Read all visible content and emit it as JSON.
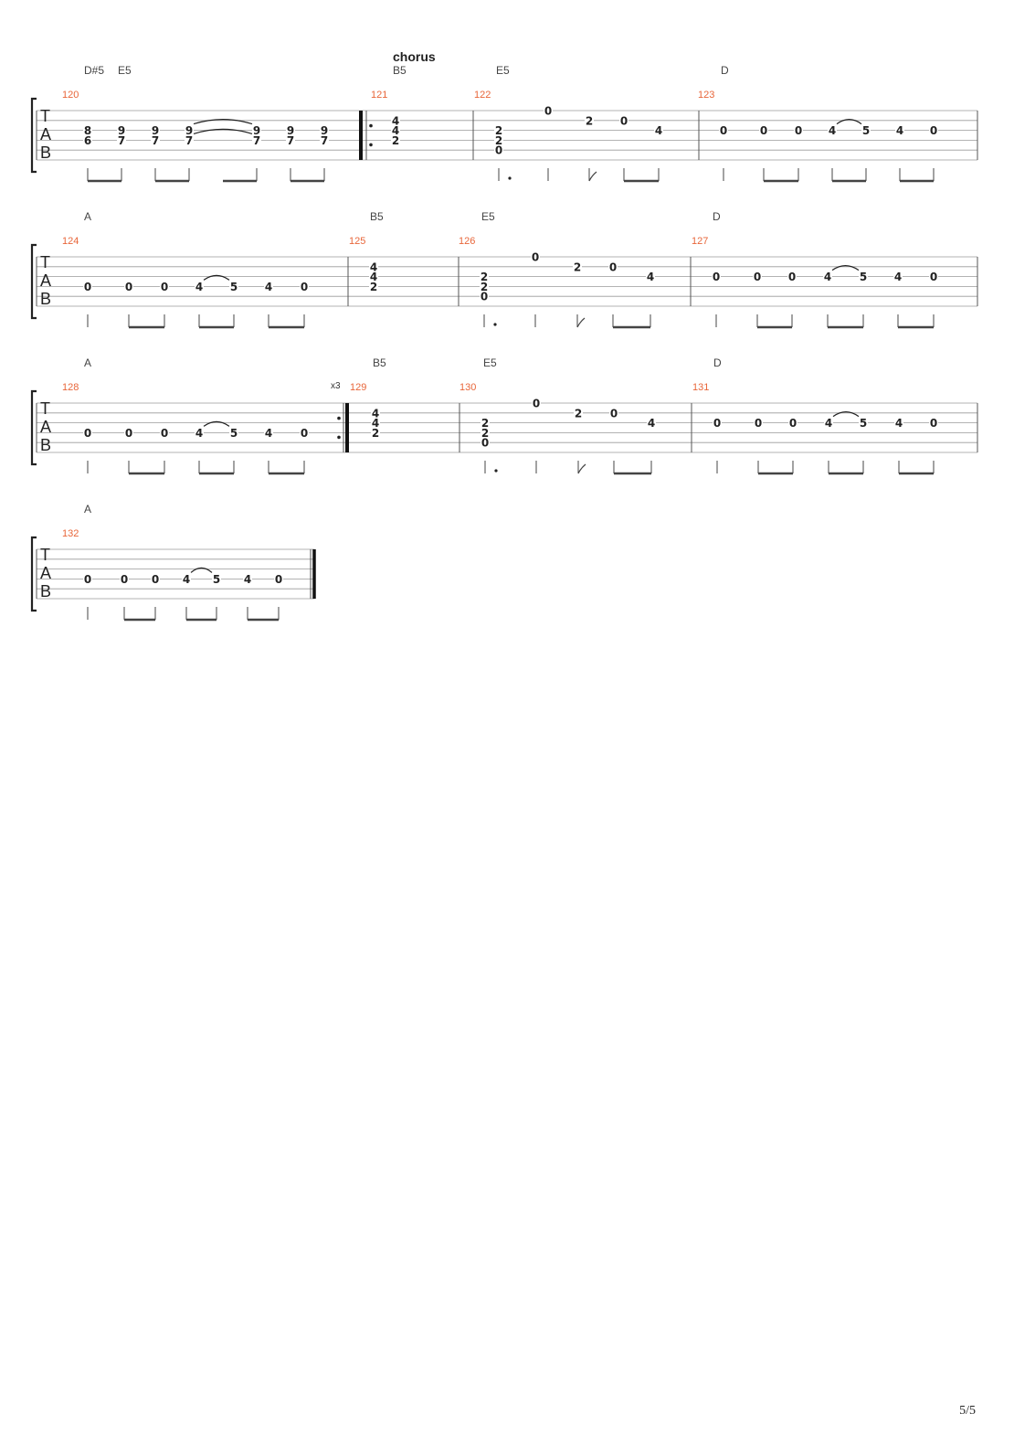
{
  "page_number": "5/5",
  "section_label": "chorus",
  "repeat_count": "x3",
  "tab_letters": [
    "T",
    "A",
    "B"
  ],
  "systems": [
    {
      "measures": [
        {
          "number": "120",
          "chords": [
            "D#5",
            "E5"
          ],
          "notes": [
            {
              "frets": [
                [
                  "8",
                  3
                ],
                [
                  "6",
                  4
                ]
              ]
            },
            {
              "frets": [
                [
                  "9",
                  3
                ],
                [
                  "7",
                  4
                ]
              ]
            },
            {
              "frets": [
                [
                  "9",
                  3
                ],
                [
                  "7",
                  4
                ]
              ]
            },
            {
              "frets": [
                [
                  "9",
                  3
                ],
                [
                  "7",
                  4
                ]
              ],
              "tie": true
            },
            {
              "frets": [
                [
                  "9",
                  3
                ],
                [
                  "7",
                  4
                ]
              ]
            },
            {
              "frets": [
                [
                  "9",
                  3
                ],
                [
                  "7",
                  4
                ]
              ]
            },
            {
              "frets": [
                [
                  "9",
                  3
                ],
                [
                  "7",
                  4
                ]
              ]
            }
          ]
        },
        {
          "number": "121",
          "chords": [
            "B5"
          ],
          "repeat_start": true,
          "notes": [
            {
              "frets": [
                [
                  "4",
                  2
                ],
                [
                  "4",
                  3
                ],
                [
                  "2",
                  4
                ]
              ]
            }
          ]
        },
        {
          "number": "122",
          "chords": [
            "E5"
          ],
          "notes": [
            {
              "frets": [
                [
                  "2",
                  3
                ],
                [
                  "2",
                  4
                ],
                [
                  "0",
                  5
                ]
              ]
            },
            {
              "frets": [
                [
                  "0",
                  1
                ]
              ]
            },
            {
              "frets": [
                [
                  "2",
                  2
                ]
              ]
            },
            {
              "frets": [
                [
                  "0",
                  2
                ]
              ]
            },
            {
              "frets": [
                [
                  "4",
                  3
                ]
              ]
            }
          ]
        },
        {
          "number": "123",
          "chords": [
            "D"
          ],
          "notes": [
            {
              "frets": [
                [
                  "0",
                  3
                ]
              ]
            },
            {
              "frets": [
                [
                  "0",
                  3
                ]
              ]
            },
            {
              "frets": [
                [
                  "0",
                  3
                ]
              ]
            },
            {
              "frets": [
                [
                  "4",
                  3
                ]
              ],
              "tie": true
            },
            {
              "frets": [
                [
                  "5",
                  3
                ]
              ]
            },
            {
              "frets": [
                [
                  "4",
                  3
                ]
              ]
            },
            {
              "frets": [
                [
                  "0",
                  3
                ]
              ]
            }
          ]
        }
      ]
    },
    {
      "measures": [
        {
          "number": "124",
          "chords": [
            "A"
          ],
          "notes": [
            {
              "frets": [
                [
                  "0",
                  4
                ]
              ]
            },
            {
              "frets": [
                [
                  "0",
                  4
                ]
              ]
            },
            {
              "frets": [
                [
                  "0",
                  4
                ]
              ]
            },
            {
              "frets": [
                [
                  "4",
                  4
                ]
              ],
              "tie": true
            },
            {
              "frets": [
                [
                  "5",
                  4
                ]
              ]
            },
            {
              "frets": [
                [
                  "4",
                  4
                ]
              ]
            },
            {
              "frets": [
                [
                  "0",
                  4
                ]
              ]
            }
          ]
        },
        {
          "number": "125",
          "chords": [
            "B5"
          ],
          "notes": [
            {
              "frets": [
                [
                  "4",
                  2
                ],
                [
                  "4",
                  3
                ],
                [
                  "2",
                  4
                ]
              ]
            }
          ]
        },
        {
          "number": "126",
          "chords": [
            "E5"
          ],
          "notes": [
            {
              "frets": [
                [
                  "2",
                  3
                ],
                [
                  "2",
                  4
                ],
                [
                  "0",
                  5
                ]
              ]
            },
            {
              "frets": [
                [
                  "0",
                  1
                ]
              ]
            },
            {
              "frets": [
                [
                  "2",
                  2
                ]
              ]
            },
            {
              "frets": [
                [
                  "0",
                  2
                ]
              ]
            },
            {
              "frets": [
                [
                  "4",
                  3
                ]
              ]
            }
          ]
        },
        {
          "number": "127",
          "chords": [
            "D"
          ],
          "notes": [
            {
              "frets": [
                [
                  "0",
                  3
                ]
              ]
            },
            {
              "frets": [
                [
                  "0",
                  3
                ]
              ]
            },
            {
              "frets": [
                [
                  "0",
                  3
                ]
              ]
            },
            {
              "frets": [
                [
                  "4",
                  3
                ]
              ],
              "tie": true
            },
            {
              "frets": [
                [
                  "5",
                  3
                ]
              ]
            },
            {
              "frets": [
                [
                  "4",
                  3
                ]
              ]
            },
            {
              "frets": [
                [
                  "0",
                  3
                ]
              ]
            }
          ]
        }
      ]
    },
    {
      "measures": [
        {
          "number": "128",
          "chords": [
            "A"
          ],
          "repeat_end": true,
          "notes": [
            {
              "frets": [
                [
                  "0",
                  4
                ]
              ]
            },
            {
              "frets": [
                [
                  "0",
                  4
                ]
              ]
            },
            {
              "frets": [
                [
                  "0",
                  4
                ]
              ]
            },
            {
              "frets": [
                [
                  "4",
                  4
                ]
              ],
              "tie": true
            },
            {
              "frets": [
                [
                  "5",
                  4
                ]
              ]
            },
            {
              "frets": [
                [
                  "4",
                  4
                ]
              ]
            },
            {
              "frets": [
                [
                  "0",
                  4
                ]
              ]
            }
          ]
        },
        {
          "number": "129",
          "chords": [
            "B5"
          ],
          "notes": [
            {
              "frets": [
                [
                  "4",
                  2
                ],
                [
                  "4",
                  3
                ],
                [
                  "2",
                  4
                ]
              ]
            }
          ]
        },
        {
          "number": "130",
          "chords": [
            "E5"
          ],
          "notes": [
            {
              "frets": [
                [
                  "2",
                  3
                ],
                [
                  "2",
                  4
                ],
                [
                  "0",
                  5
                ]
              ]
            },
            {
              "frets": [
                [
                  "0",
                  1
                ]
              ]
            },
            {
              "frets": [
                [
                  "2",
                  2
                ]
              ]
            },
            {
              "frets": [
                [
                  "0",
                  2
                ]
              ]
            },
            {
              "frets": [
                [
                  "4",
                  3
                ]
              ]
            }
          ]
        },
        {
          "number": "131",
          "chords": [
            "D"
          ],
          "notes": [
            {
              "frets": [
                [
                  "0",
                  3
                ]
              ]
            },
            {
              "frets": [
                [
                  "0",
                  3
                ]
              ]
            },
            {
              "frets": [
                [
                  "0",
                  3
                ]
              ]
            },
            {
              "frets": [
                [
                  "4",
                  3
                ]
              ],
              "tie": true
            },
            {
              "frets": [
                [
                  "5",
                  3
                ]
              ]
            },
            {
              "frets": [
                [
                  "4",
                  3
                ]
              ]
            },
            {
              "frets": [
                [
                  "0",
                  3
                ]
              ]
            }
          ]
        }
      ]
    },
    {
      "measures": [
        {
          "number": "132",
          "chords": [
            "A"
          ],
          "final": true,
          "notes": [
            {
              "frets": [
                [
                  "0",
                  4
                ]
              ]
            },
            {
              "frets": [
                [
                  "0",
                  4
                ]
              ]
            },
            {
              "frets": [
                [
                  "0",
                  4
                ]
              ]
            },
            {
              "frets": [
                [
                  "4",
                  4
                ]
              ],
              "tie": true
            },
            {
              "frets": [
                [
                  "5",
                  4
                ]
              ]
            },
            {
              "frets": [
                [
                  "4",
                  4
                ]
              ]
            },
            {
              "frets": [
                [
                  "0",
                  4
                ]
              ]
            }
          ]
        }
      ]
    }
  ]
}
